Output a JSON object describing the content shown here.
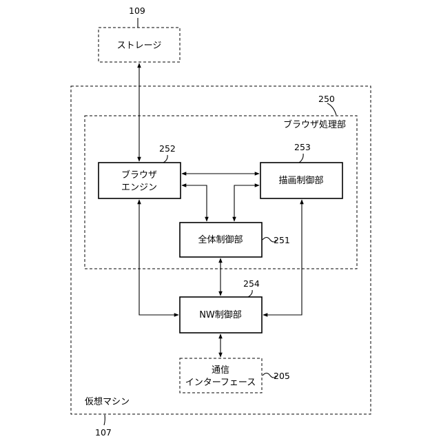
{
  "storage": {
    "ref": "109",
    "label": "ストレージ"
  },
  "vm": {
    "ref": "107",
    "label": "仮想マシン"
  },
  "browser_proc": {
    "ref": "250",
    "label": "ブラウザ処理部"
  },
  "browser_engine": {
    "ref": "252",
    "line1": "ブラウザ",
    "line2": "エンジン"
  },
  "draw_ctrl": {
    "ref": "253",
    "label": "描画制御部"
  },
  "overall_ctrl": {
    "ref": "251",
    "label": "全体制御部"
  },
  "nw_ctrl": {
    "ref": "254",
    "label": "NW制御部"
  },
  "comm_if": {
    "ref": "205",
    "line1": "通信",
    "line2": "インターフェース"
  }
}
